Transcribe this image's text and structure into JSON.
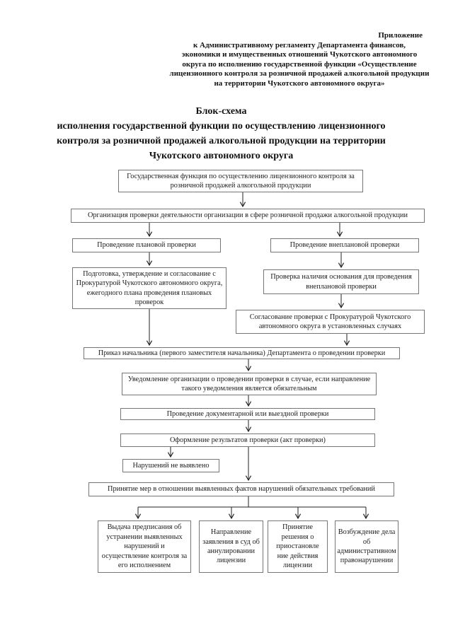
{
  "header": {
    "appendix": "Приложение",
    "lines": "к Административному регламенту Департамента финансов,\nэкономики и имущественных отношений Чукотского автономного\nокруга по исполнению государственной функции «Осуществление\nлицензионного контроля за розничной продажей алкогольной продукции\nна территории Чукотского автономного округа»"
  },
  "title": {
    "line1": "Блок-схема",
    "rest": "исполнения государственной функции по осуществлению лицензионного\nконтроля за розничной продажей алкогольной продукции на территории\nЧукотского автономного округа"
  },
  "flowchart": {
    "nodes": [
      {
        "text": "Государственная функция по осуществлению лицензионного контроля за розничной продажей алкогольной продукции"
      },
      {
        "text": "Организация проверки деятельности организации в сфере розничной продажи алкогольной продукции"
      },
      {
        "text": "Проведение плановой проверки"
      },
      {
        "text": "Проведение внеплановой проверки"
      },
      {
        "text": "Подготовка, утверждение и согласование с Прокуратурой Чукотского автономного округа, ежегодного плана проведения плановых проверок"
      },
      {
        "text": "Проверка наличия основания для проведения внеплановой проверки"
      },
      {
        "text": "Согласование проверки с Прокуратурой Чукотского автономного округа в установленных случаях"
      },
      {
        "text": "Приказ начальника (первого заместителя начальника) Департамента о проведении проверки"
      },
      {
        "text": "Уведомление организации о проведении проверки в случае, если направление такого уведомления является обязательным"
      },
      {
        "text": "Проведение документарной или выездной проверки"
      },
      {
        "text": "Оформление результатов проверки (акт проверки)"
      },
      {
        "text": "Нарушений не выявлено"
      },
      {
        "text": "Принятие мер в отношении выявленных фактов нарушений обязательных требований"
      },
      {
        "text": "Выдача предписания об устранении выявленных нарушений и осуществление контроля за его исполнением"
      },
      {
        "text": "Направление заявления в суд об аннулировании лицензии"
      },
      {
        "text": "Принятие решения о приостановле ние действия лицензии"
      },
      {
        "text": "Возбуждение дела об административном правонарушении"
      }
    ]
  }
}
